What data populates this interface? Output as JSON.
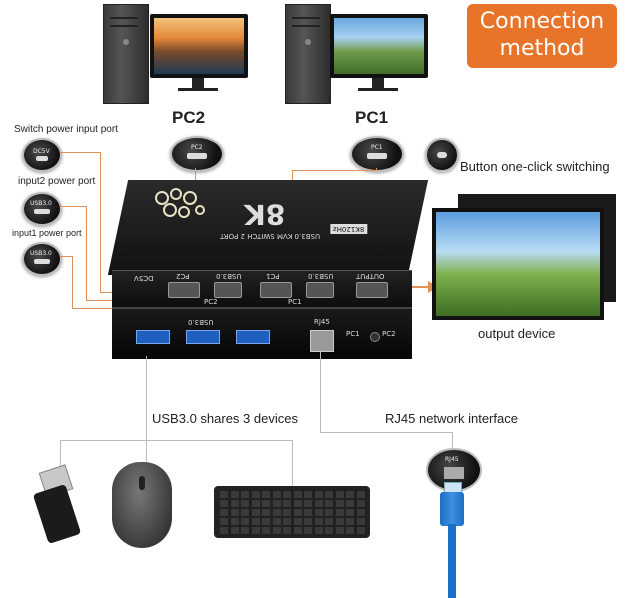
{
  "badge": {
    "line1": "Connection",
    "line2": "method"
  },
  "pcs": {
    "pc2_label": "PC2",
    "pc1_label": "PC1"
  },
  "ports": {
    "switch_power": "Switch power input port",
    "input2_power": "input2 power  port",
    "input1_power": "input1 power port",
    "button_switch": "Button one-click switching",
    "dc5v": "DC5V",
    "usb_tag": "USB3.0",
    "pc2_port": "PC2",
    "pc1_port": "PC1"
  },
  "kvm": {
    "model": "8K",
    "subtitle": "USB3.0 KVM SWITCH 2 PORT",
    "badge": "8K120Hz",
    "front_labels": [
      "DC5V",
      "PC2",
      "USB3.0",
      "PC1",
      "USB3.0",
      "OUTPUT"
    ],
    "group_pc2": "PC2",
    "group_pc1": "PC1",
    "usb_group": "USB3.0",
    "rj45": "RJ45",
    "pc1_led": "PC1",
    "pc2_led": "PC2"
  },
  "labels": {
    "output_device": "output device",
    "usb_shares": "USB3.0 shares 3 devices",
    "rj45_interface": "RJ45 network interface",
    "rj45_jack": "RJ45"
  },
  "colors": {
    "accent": "#e8742a",
    "connector_line": "#e09058",
    "cable": "#1c6fc7"
  }
}
